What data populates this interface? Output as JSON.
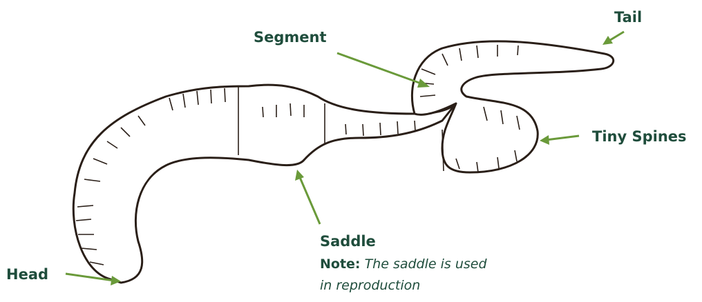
{
  "colors": {
    "label": "#1f4d3c",
    "arrow": "#6a9a3a",
    "outline": "#2a1f18"
  },
  "labels": {
    "tail": "Tail",
    "segment": "Segment",
    "tiny_spines": "Tiny Spines",
    "saddle": "Saddle",
    "head": "Head"
  },
  "note": {
    "prefix": "Note:",
    "line1": "The saddle is used",
    "line2": "in reproduction"
  }
}
